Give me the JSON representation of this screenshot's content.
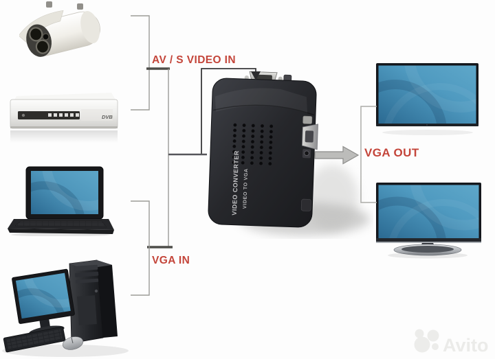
{
  "labels": {
    "av_in": "AV / S VIDEO IN",
    "vga_in": "VGA IN",
    "vga_out": "VGA OUT"
  },
  "converter": {
    "name_line1": "VIDEO CONVERTER",
    "name_line2": "VIDEO TO VGA"
  },
  "dvd_player": {
    "badge": "DVB"
  },
  "watermark": {
    "text": "Avito"
  },
  "icons": {
    "camera": "cctv-camera",
    "dvd": "dvd-player",
    "laptop": "laptop",
    "desktop": "desktop-computer",
    "monitor_top": "flat-monitor",
    "monitor_bottom": "monitor-with-stand",
    "converter": "video-converter-box",
    "flow_arrow": "right-arrow",
    "input_arrow": "down-arrow"
  },
  "colors": {
    "label_red": "#c4453a",
    "screen_blue_dark": "#2b6a92",
    "screen_blue_light": "#57a0c4",
    "line_gray": "#9b9b97",
    "junction_gray": "#4e4e4a",
    "arrow_fill": "#bcbcba"
  }
}
